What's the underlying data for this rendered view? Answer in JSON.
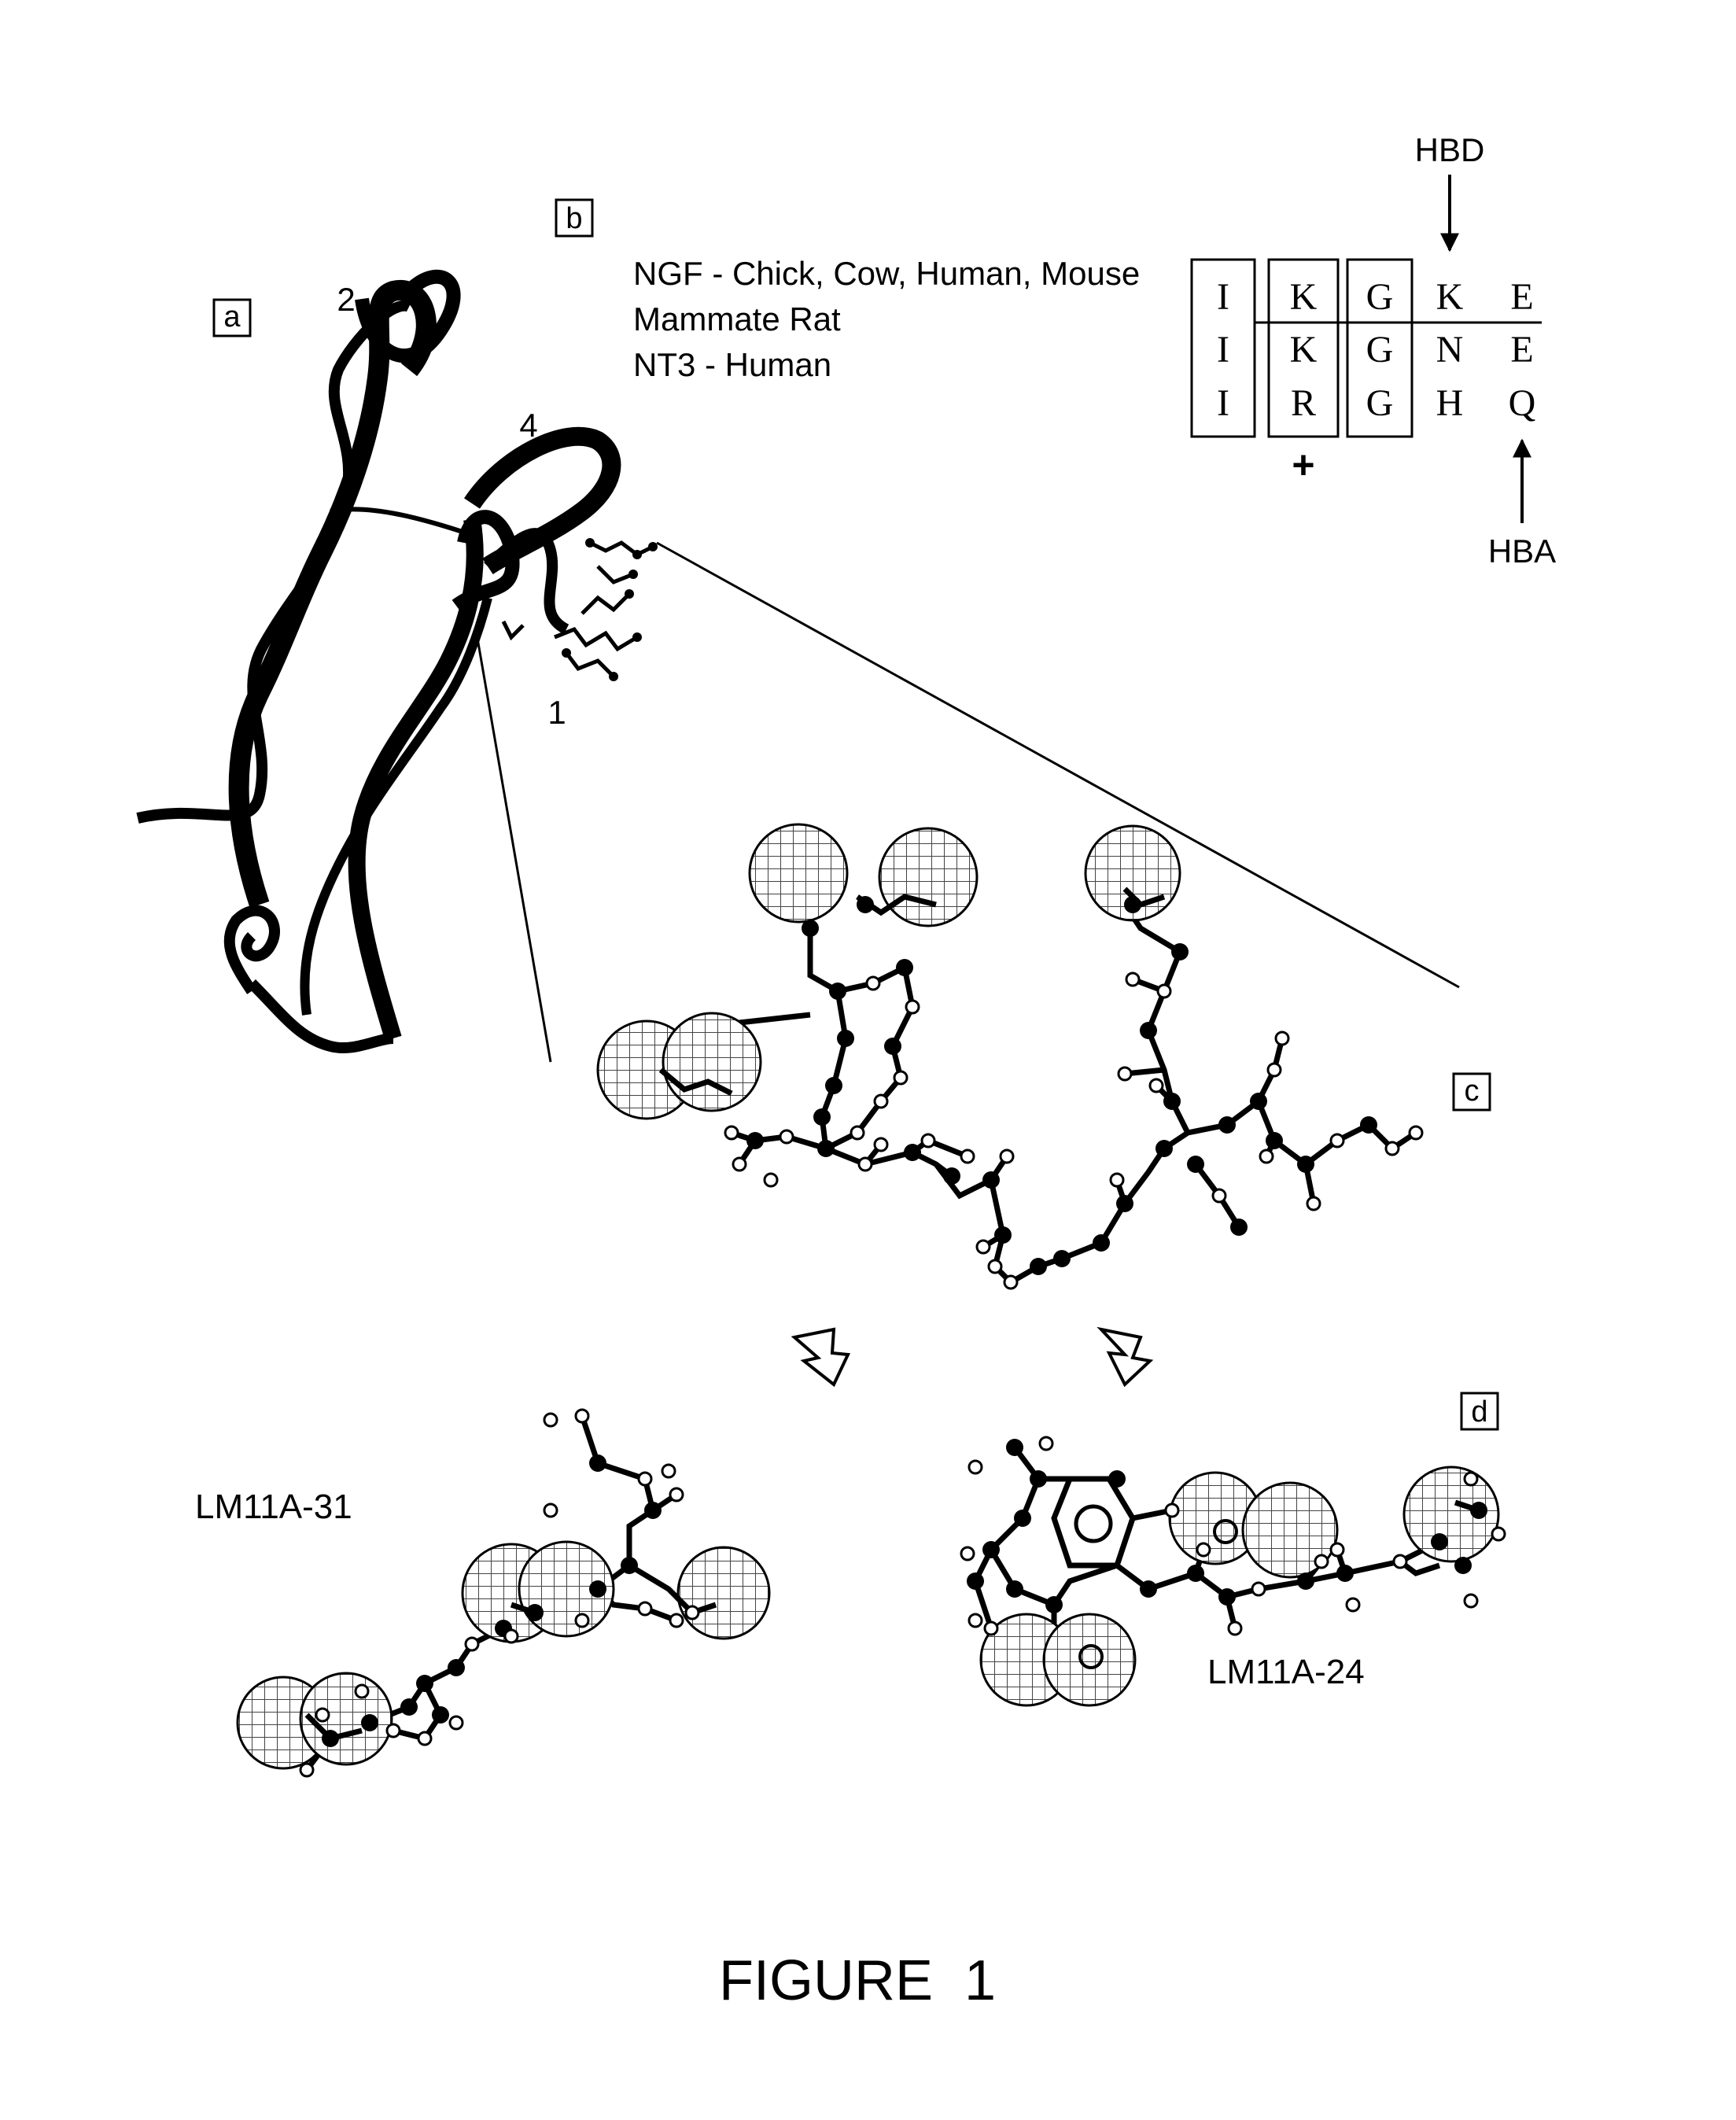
{
  "panels": {
    "a": "a",
    "b": "b",
    "c": "c",
    "d": "d"
  },
  "loop_labels": {
    "loop1": "1",
    "loop2": "2",
    "loop4": "4"
  },
  "species_lines": [
    "NGF - Chick, Cow, Human, Mouse",
    "Mammate Rat",
    "NT3 - Human"
  ],
  "sequence_grid": [
    [
      "I",
      "K",
      "G",
      "K",
      "E"
    ],
    [
      "I",
      "K",
      "G",
      "N",
      "E"
    ],
    [
      "I",
      "R",
      "G",
      "H",
      "Q"
    ]
  ],
  "charge_symbol": "+",
  "hbd_label": "HBD",
  "hba_label": "HBA",
  "compounds": {
    "left": "LM11A-31",
    "right": "LM11A-24"
  },
  "figure_title": "FIGURE  1"
}
